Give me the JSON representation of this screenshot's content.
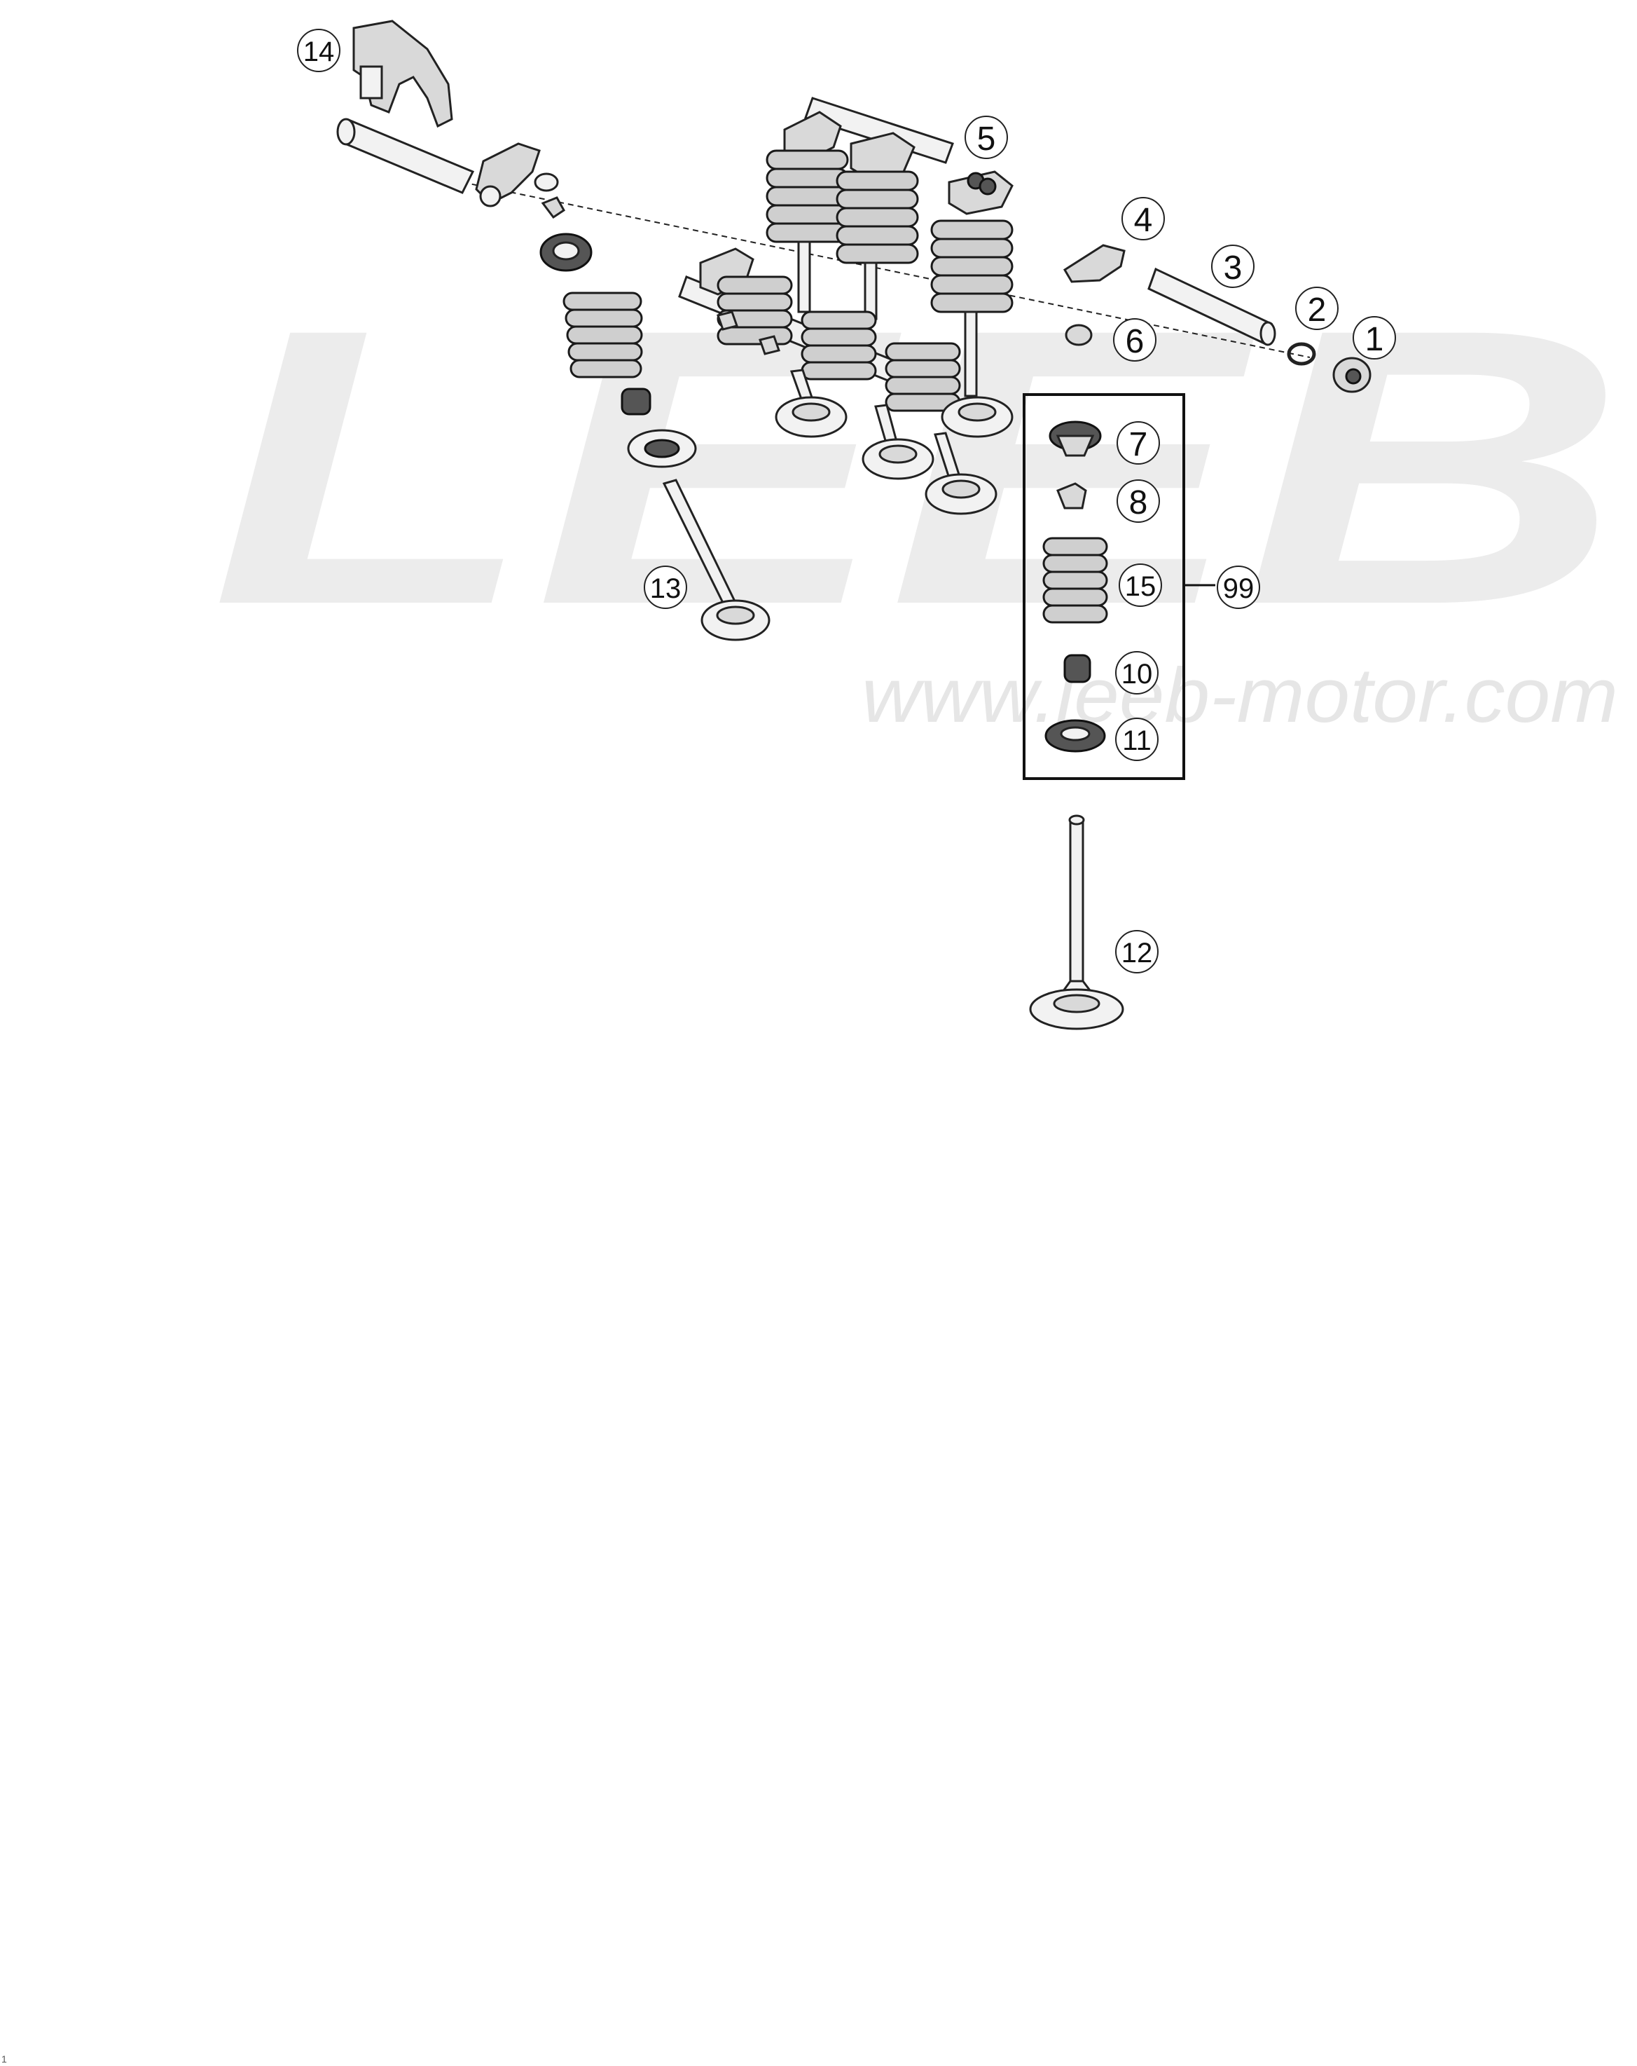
{
  "watermark": {
    "logo": "LEEB",
    "url": "www.leeb-motor.com"
  },
  "callouts": [
    {
      "id": "1",
      "label": "1"
    },
    {
      "id": "2",
      "label": "2"
    },
    {
      "id": "3",
      "label": "3"
    },
    {
      "id": "4",
      "label": "4"
    },
    {
      "id": "5",
      "label": "5"
    },
    {
      "id": "6",
      "label": "6"
    },
    {
      "id": "7",
      "label": "7"
    },
    {
      "id": "8",
      "label": "8"
    },
    {
      "id": "10",
      "label": "10"
    },
    {
      "id": "11",
      "label": "11"
    },
    {
      "id": "12",
      "label": "12"
    },
    {
      "id": "13",
      "label": "13"
    },
    {
      "id": "14",
      "label": "14"
    },
    {
      "id": "15",
      "label": "15"
    },
    {
      "id": "99",
      "label": "99"
    }
  ],
  "page_number": "1"
}
